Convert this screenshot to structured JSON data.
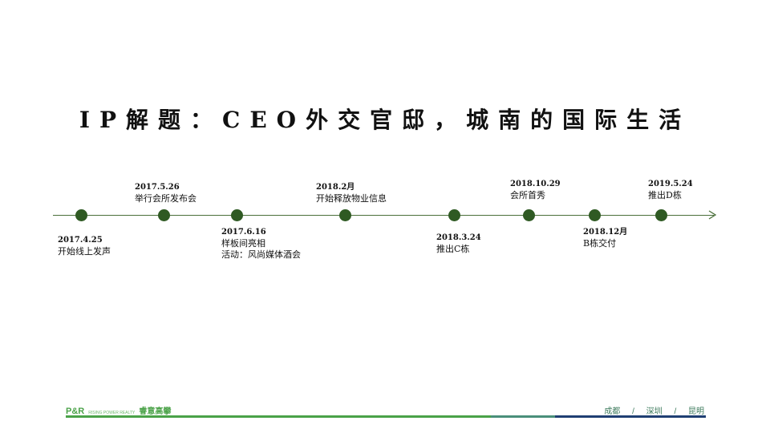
{
  "title": "IP解题：CEO外交官邸，城南的国际生活",
  "timeline": {
    "events": [
      {
        "date": "2017.4.25",
        "desc": "开始线上发声"
      },
      {
        "date": "2017.5.26",
        "desc": "举行会所发布会"
      },
      {
        "date": "2017.6.16",
        "desc": "样板间亮相",
        "desc2": "活动：风尚媒体酒会"
      },
      {
        "date": "2018.2月",
        "desc": "开始释放物业信息"
      },
      {
        "date": "2018.3.24",
        "desc": "推出C栋"
      },
      {
        "date": "2018.10.29",
        "desc": "会所首秀"
      },
      {
        "date": "2018.12月",
        "desc": "B栋交付"
      },
      {
        "date": "2019.5.24",
        "desc": "推出D栋"
      }
    ]
  },
  "footer": {
    "logo_main": "P&R",
    "logo_sub": "RISING POWER REALTY",
    "logo_cn": "睿意高攀",
    "cities": [
      "成都",
      "深圳",
      "昆明"
    ],
    "separator": "/"
  },
  "colors": {
    "dot": "#2f5a23",
    "line": "#4a6f3a",
    "footer_green": "#4aa248",
    "footer_teal": "#4a8f7a",
    "footer_navy": "#1f3f73"
  }
}
